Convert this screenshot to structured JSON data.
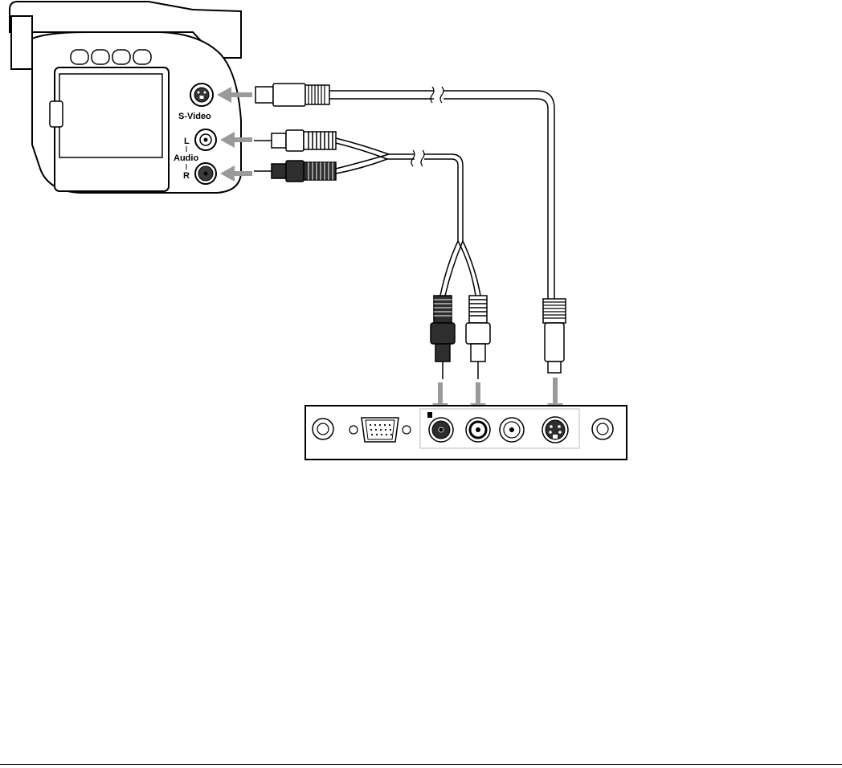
{
  "camcorder": {
    "svideo_label": "S-Video",
    "audio_label": "Audio",
    "audio_left_label": "L",
    "audio_right_label": "R"
  },
  "colors": {
    "arrow": "#9a9a9a",
    "plug_dark": "#2e2e2e",
    "line": "#000000",
    "panel_bg": "#ffffff"
  }
}
